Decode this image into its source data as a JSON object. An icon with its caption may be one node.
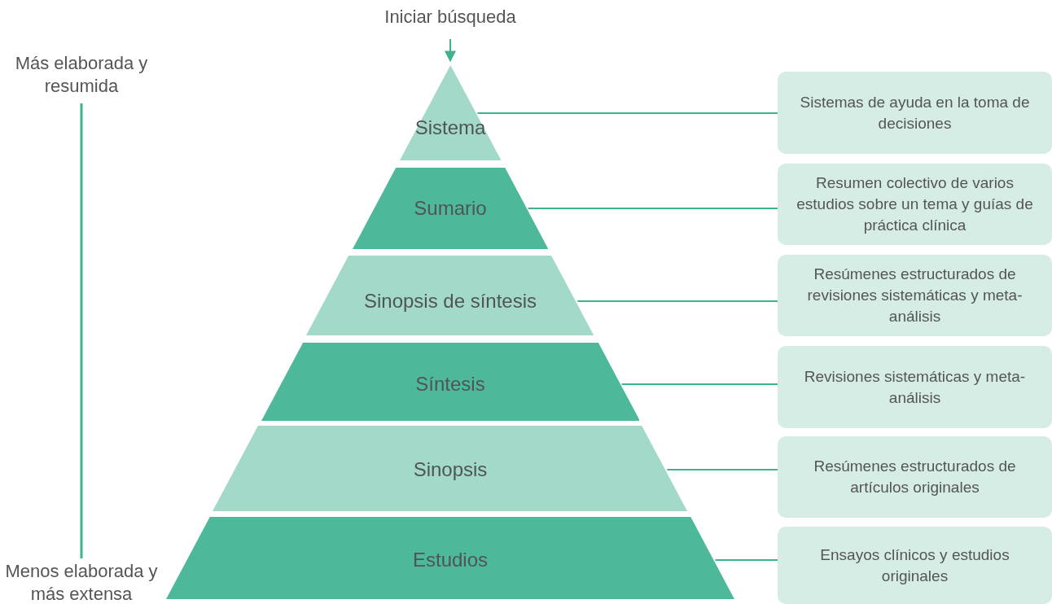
{
  "diagram": {
    "nodes": [
      {
        "text": [
          "Iniciar búsqueda"
        ]
      },
      {
        "text": [
          "Sistema"
        ]
      },
      {
        "text": [
          "Sumario"
        ]
      },
      {
        "text": [
          "Sinopsis de síntesis"
        ]
      },
      {
        "text": [
          "Síntesis"
        ]
      },
      {
        "text": [
          "Sinopsis"
        ]
      },
      {
        "text": [
          "Estudios"
        ]
      },
      {
        "text": [
          "Sistemas de ayuda en la toma de decisiones"
        ]
      },
      {
        "text": [
          "Resumen colectivo de varios estudios sobre un tema y guías de práctica clínica"
        ]
      },
      {
        "text": [
          "Resúmenes estructurados de revisiones sistemáticas y meta-análisis"
        ]
      },
      {
        "text": [
          "Revisiones sistemáticas y meta-análisis"
        ]
      },
      {
        "text": [
          "Resúmenes estructurados de artículos originales"
        ]
      },
      {
        "text": [
          "Ensayos clínicos y estudios originales"
        ]
      }
    ],
    "edges": [
      {
        "from": 0,
        "to": 1,
        "arrow": "to"
      },
      {
        "from": 1,
        "to": 7,
        "arrow": "none"
      },
      {
        "from": 2,
        "to": 8,
        "arrow": "none"
      },
      {
        "from": 3,
        "to": 9,
        "arrow": "none"
      },
      {
        "from": 4,
        "to": 10,
        "arrow": "none"
      },
      {
        "from": 5,
        "to": 11,
        "arrow": "none"
      },
      {
        "from": 6,
        "to": 12,
        "arrow": "none"
      }
    ],
    "labels": [
      "Más elaborada y resumida",
      "Menos elaborada y más extensa"
    ]
  }
}
